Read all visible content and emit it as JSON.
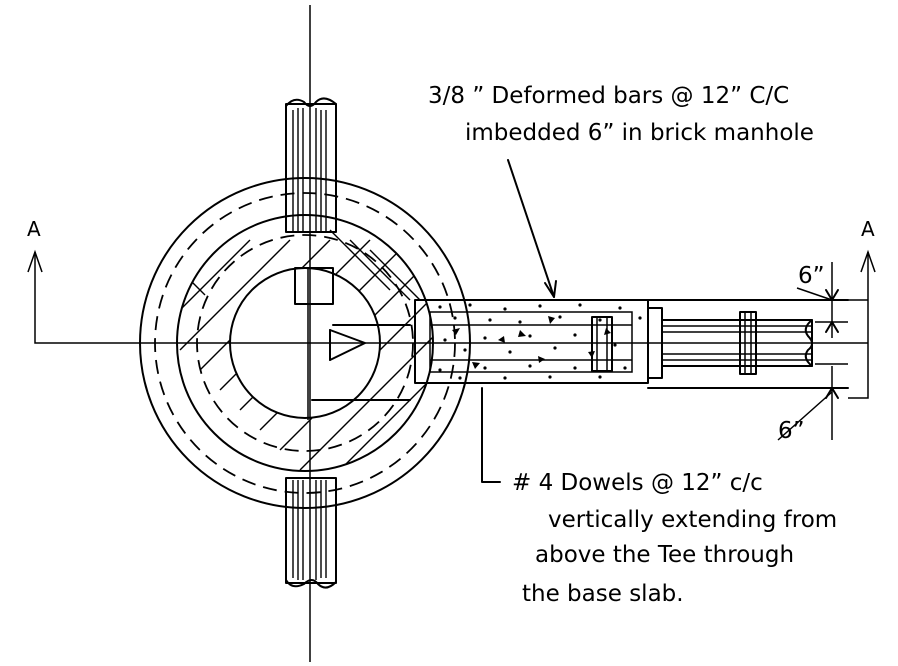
{
  "labels": {
    "deformed_bars_line1": "3/8 ” Deformed bars @ 12” C/C",
    "deformed_bars_line2": "imbedded 6” in brick manhole",
    "dowels_line1": "# 4 Dowels @ 12” c/c",
    "dowels_line2": "vertically extending from",
    "dowels_line3": "above the Tee through",
    "dowels_line4": "the base slab.",
    "section_mark_left": "A",
    "section_mark_right": "A",
    "dim_top": "6”",
    "dim_bottom": "6”"
  }
}
